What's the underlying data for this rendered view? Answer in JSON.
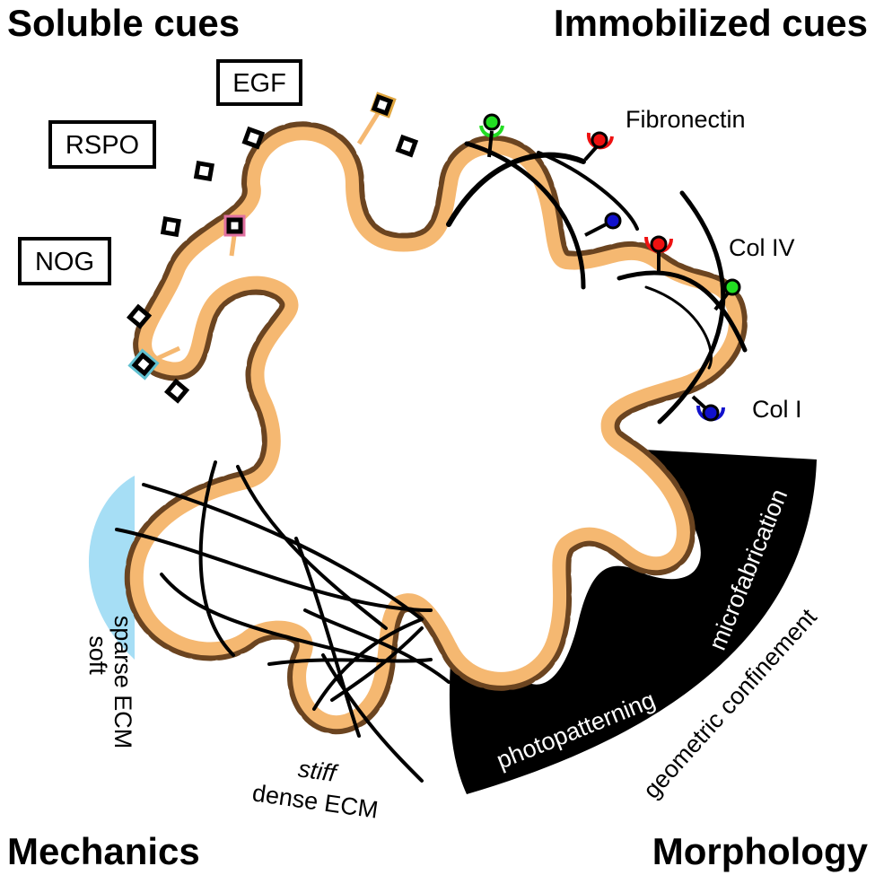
{
  "titles": {
    "soluble": "Soluble cues",
    "immobilized": "Immobilized cues",
    "mechanics": "Mechanics",
    "morphology": "Morphology"
  },
  "soluble_factors": [
    "EGF",
    "RSPO",
    "NOG"
  ],
  "proteins": [
    "Fibronectin",
    "Col IV",
    "Col I"
  ],
  "mechanics": {
    "soft_line1": "soft",
    "soft_line2": "sparse ECM",
    "stiff_line1": "stiff",
    "stiff_line2": "dense ECM"
  },
  "morphology": {
    "photopatterning": "photopatterning",
    "microfabrication": "microfabrication",
    "geometric_confinement": "geometric confinement"
  },
  "colors": {
    "epithelium": "#f5b871",
    "basal_bumps": "#6b4420",
    "soft_gel": "#a6def5",
    "ligand_green": "#22dd22",
    "ligand_red": "#ee1111",
    "ligand_blue": "#1111cc"
  }
}
